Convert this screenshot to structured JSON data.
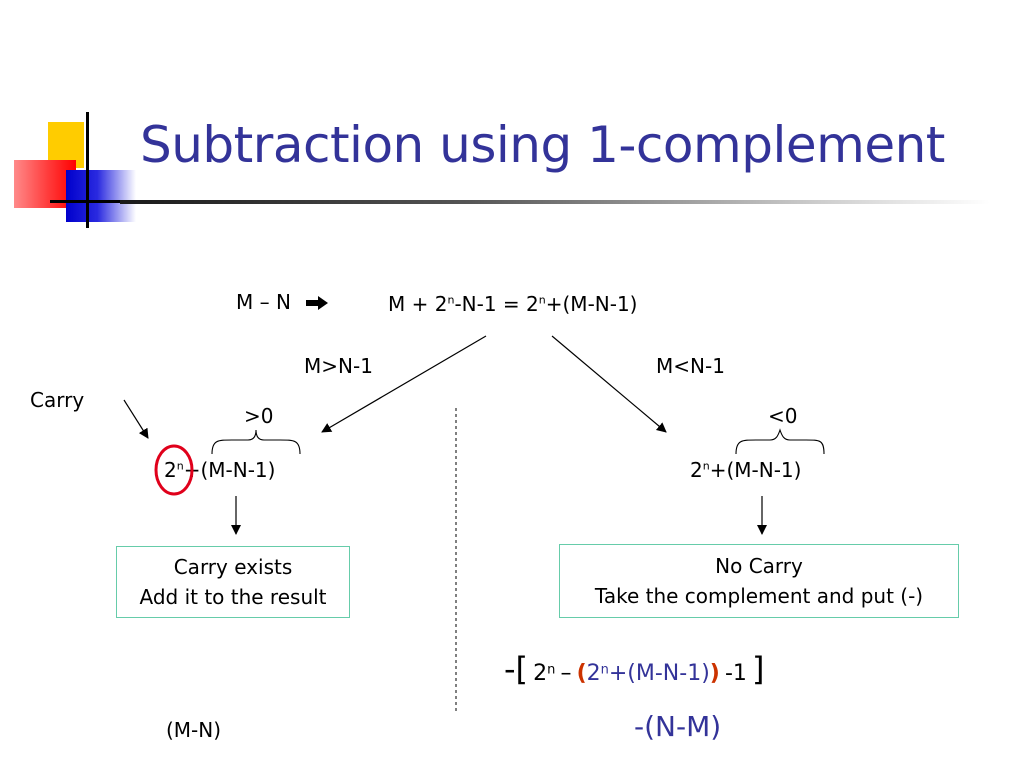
{
  "slide": {
    "title": "Subtraction using 1-complement",
    "top_left_expr": "M – N",
    "top_expr": {
      "a": "M + 2",
      "sup1": "n",
      "b": "-N-1 = 2",
      "sup2": "n",
      "c": "+(M-N-1)"
    },
    "branch_left_label": "M>N-1",
    "branch_right_label": "M<N-1",
    "carry_label": "Carry",
    "left_condition": ">0",
    "right_condition": "<0",
    "left_expr": {
      "base": "2",
      "sup": "n",
      "rest": "+(M-N-1)"
    },
    "right_expr": {
      "base": "2",
      "sup": "n",
      "rest": "+(M-N-1)"
    },
    "left_box": {
      "line1": "Carry exists",
      "line2": "Add it to the result"
    },
    "right_box": {
      "line1": "No Carry",
      "line2": "Take the complement and put (-)"
    },
    "left_result": "(M-N)",
    "right_formula": {
      "open": "-[",
      "base": "2",
      "sup1": "n",
      "dash": "–",
      "paren_open": "(",
      "base2": "2",
      "sup2": "n",
      "inner": "+(M-N-1)",
      "paren_close": ")",
      "tail": "-1",
      "close": "]"
    },
    "right_result": "-(N-M)"
  },
  "colors": {
    "title": "#333399",
    "box_border": "#66ccaa",
    "carry_circle": "#e0001b",
    "logo_yellow": "#ffcc00",
    "logo_red": "#ff0000",
    "logo_blue": "#0000cc"
  },
  "icons": {
    "implies_arrow": "arrow-right-icon"
  }
}
